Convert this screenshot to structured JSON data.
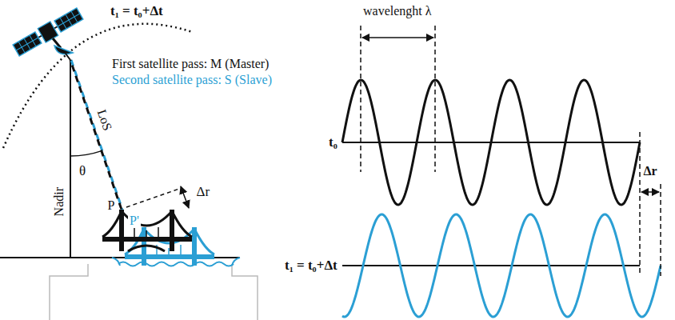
{
  "diagram": {
    "labels": [
      "t₁ = t₀+Δt",
      "First satellite pass: M (Master)",
      "Second satellite pass: S (Slave)",
      "Nadir",
      "θ",
      "LoS",
      "P",
      "P'",
      "Δr",
      "wavelenght λ",
      "t₀",
      "t₁ = t₀+Δt",
      "Δr"
    ]
  }
}
